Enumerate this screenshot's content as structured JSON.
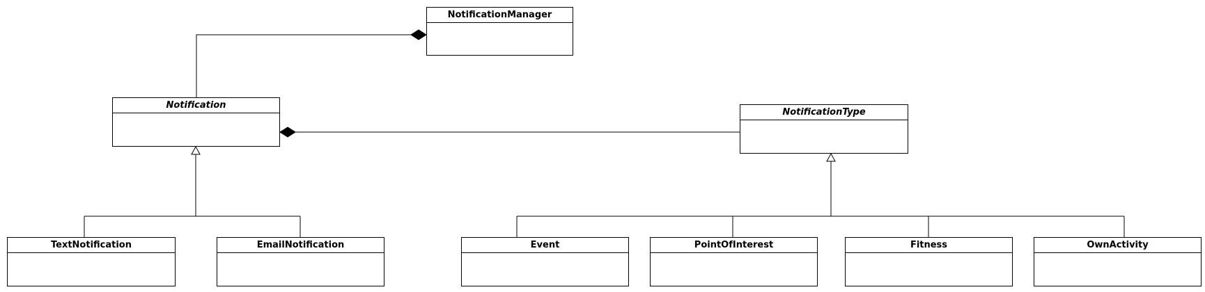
{
  "diagram": {
    "classes": {
      "notification_manager": {
        "name": "NotificationManager",
        "abstract": false
      },
      "notification": {
        "name": "Notification",
        "abstract": true
      },
      "notification_type": {
        "name": "NotificationType",
        "abstract": true
      },
      "text_notification": {
        "name": "TextNotification",
        "abstract": false
      },
      "email_notification": {
        "name": "EmailNotification",
        "abstract": false
      },
      "event": {
        "name": "Event",
        "abstract": false
      },
      "point_of_interest": {
        "name": "PointOfInterest",
        "abstract": false
      },
      "fitness": {
        "name": "Fitness",
        "abstract": false
      },
      "own_activity": {
        "name": "OwnActivity",
        "abstract": false
      }
    },
    "relationships": [
      {
        "type": "composition",
        "whole": "NotificationManager",
        "part": "Notification"
      },
      {
        "type": "composition",
        "whole": "Notification",
        "part": "NotificationType"
      },
      {
        "type": "generalization",
        "parent": "Notification",
        "children": [
          "TextNotification",
          "EmailNotification"
        ]
      },
      {
        "type": "generalization",
        "parent": "NotificationType",
        "children": [
          "Event",
          "PointOfInterest",
          "Fitness",
          "OwnActivity"
        ]
      }
    ],
    "colors": {
      "line": "#000000",
      "background": "#ffffff"
    }
  }
}
